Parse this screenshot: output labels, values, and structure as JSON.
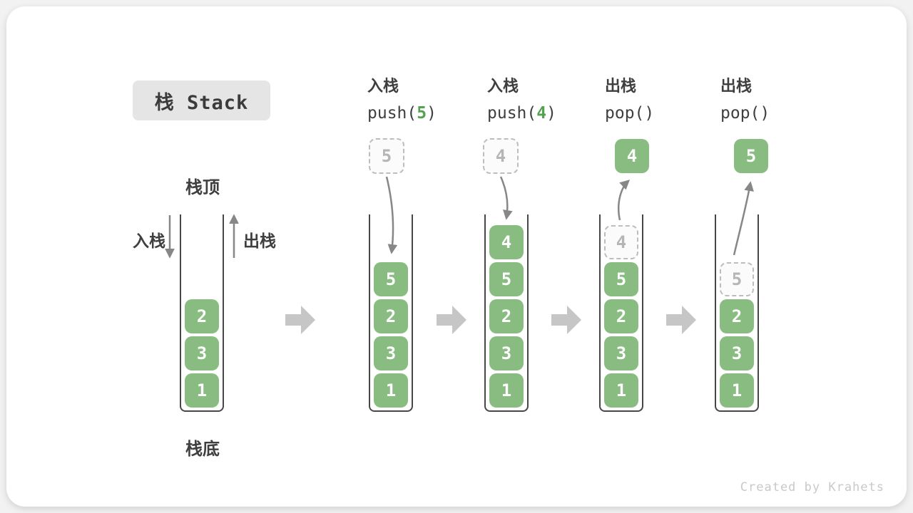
{
  "title": "栈 Stack",
  "watermark": "Created by Krahets",
  "legend": {
    "stack_top": "栈顶",
    "stack_bottom": "栈底",
    "push_label": "入栈",
    "pop_label": "出栈"
  },
  "colors": {
    "cell_green": "#89bc81",
    "code_arg_green": "#55a14e",
    "ink": "#3f3f3f",
    "ghost_gray": "#b5b5b5",
    "thin_arrow_gray": "#878787",
    "block_arrow_gray": "#c6c6c6",
    "title_bg": "#e5e5e5",
    "watermark_gray": "#c9c9c9"
  },
  "steps": [
    {
      "action": "入栈",
      "call_open": "push(",
      "call_arg": "5",
      "call_close": ")"
    },
    {
      "action": "入栈",
      "call_open": "push(",
      "call_arg": "4",
      "call_close": ")"
    },
    {
      "action": "出栈",
      "call_open": "pop(",
      "call_arg": "",
      "call_close": ")"
    },
    {
      "action": "出栈",
      "call_open": "pop(",
      "call_arg": "",
      "call_close": ")"
    }
  ],
  "floating": [
    {
      "value": "5",
      "style": "ghost"
    },
    {
      "value": "4",
      "style": "ghost"
    },
    {
      "value": "4",
      "style": "solid"
    },
    {
      "value": "5",
      "style": "solid"
    }
  ],
  "stacks": [
    {
      "cells": [
        {
          "value": "2"
        },
        {
          "value": "3"
        },
        {
          "value": "1"
        }
      ]
    },
    {
      "cells": [
        {
          "value": "5"
        },
        {
          "value": "2"
        },
        {
          "value": "3"
        },
        {
          "value": "1"
        }
      ]
    },
    {
      "cells": [
        {
          "value": "4"
        },
        {
          "value": "5"
        },
        {
          "value": "2"
        },
        {
          "value": "3"
        },
        {
          "value": "1"
        }
      ]
    },
    {
      "cells": [
        {
          "value": "4",
          "ghost": true
        },
        {
          "value": "5"
        },
        {
          "value": "2"
        },
        {
          "value": "3"
        },
        {
          "value": "1"
        }
      ]
    },
    {
      "cells": [
        {
          "value": "5",
          "ghost": true
        },
        {
          "value": "2"
        },
        {
          "value": "3"
        },
        {
          "value": "1"
        }
      ]
    }
  ]
}
